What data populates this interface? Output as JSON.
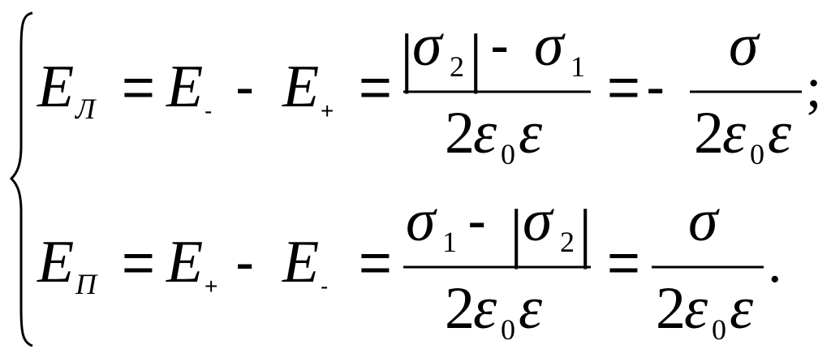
{
  "equation_system": {
    "line1": {
      "lhs_var": "E",
      "lhs_sub": "Л",
      "eq1": "=",
      "t1_var": "E",
      "t1_sub": "-",
      "minus1": "-",
      "t2_var": "E",
      "t2_sub": "+",
      "eq2": "=",
      "frac1_num": {
        "bar_left": "|",
        "s1": "σ",
        "s1_sub": "2",
        "bar_right": "|",
        "minus": "-",
        "s2": "σ",
        "s2_sub": "1"
      },
      "frac1_den": {
        "two": "2",
        "eps0": "ε",
        "eps0_sub": "0",
        "eps": "ε"
      },
      "eq3": "=",
      "neg": "-",
      "frac2_num": "σ",
      "frac2_den": {
        "two": "2",
        "eps0": "ε",
        "eps0_sub": "0",
        "eps": "ε"
      },
      "end": ";"
    },
    "line2": {
      "lhs_var": "E",
      "lhs_sub": "П",
      "eq1": "=",
      "t1_var": "E",
      "t1_sub": "+",
      "minus1": "-",
      "t2_var": "E",
      "t2_sub": "-",
      "eq2": "=",
      "frac1_num": {
        "s1": "σ",
        "s1_sub": "1",
        "minus": "-",
        "bar_left": "|",
        "s2": "σ",
        "s2_sub": "2",
        "bar_right": "|"
      },
      "frac1_den": {
        "two": "2",
        "eps0": "ε",
        "eps0_sub": "0",
        "eps": "ε"
      },
      "eq3": "=",
      "frac2_num": "σ",
      "frac2_den": {
        "two": "2",
        "eps0": "ε",
        "eps0_sub": "0",
        "eps": "ε"
      },
      "end": "."
    }
  }
}
